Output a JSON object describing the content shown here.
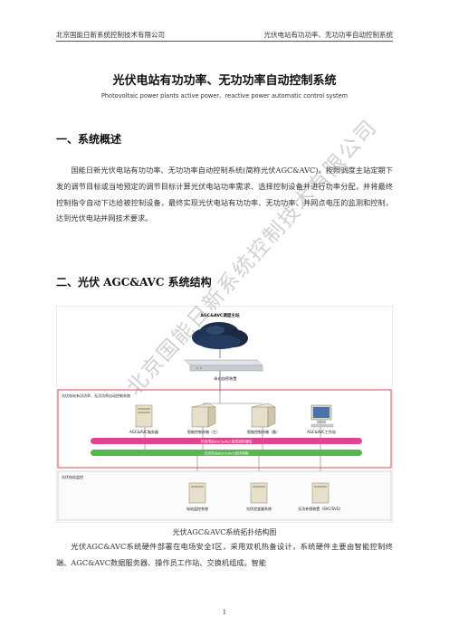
{
  "header": {
    "left": "北京国能日新系统控制技术有限公司",
    "right": "光伏电站有功功率、无功功率自动控制系统"
  },
  "title": "光伏电站有功功率、无功功率自动控制系统",
  "subtitle": "Photovoltaic power plants active power、reactive power automatic control system",
  "section1": {
    "heading": "一、系统概述",
    "paragraph": "国能日新光伏电站有功功率、无功功率自动控制系统(简称光伏AGC&AVC)，按照调度主站定期下发的调节目标或当地预定的调节目标计算光伏电站功率需求、选择控制设备并进行功率分配，并将最终控制指令自动下达给被控制设备，最终实现光伏电站有功功率、无功功率、并网点电压的监测和控制，达到光伏电站并网技术要求。"
  },
  "section2": {
    "heading": "二、光伏 AGC&AVC 系统结构",
    "diagram": {
      "cloud_label": "AGC&AVC调度主站",
      "device_label": "纵向加密装置",
      "zone1_label": "光伏电站有功功率、无功功率自动控制系统",
      "zone2_label": "光伏电站监控",
      "server1": "AGC&AVC服务器",
      "server2": "智能控制终端（主）",
      "server3": "智能控制终端（备）",
      "workstation": "AGC&AVC工作站",
      "bus1": "光伏电站AGC&AVC系统双网通信",
      "bus2": "光伏电站AGC&AVC双环网络",
      "server4": "电站监控系统",
      "server5": "光伏逆变器系统",
      "server6": "无功补偿装置（SVC/SVG）"
    },
    "caption": "光伏AGC&AVC系统拓扑结构图",
    "paragraph": "光伏AGC&AVC系统硬件部署在电场安全I区，采用双机热备设计，系统硬件主要由智能控制终端、AGC&AVC数据服务器、操作员工作站、交换机组成。智能"
  },
  "watermark": "北京国能日新系统控制技术有限公司",
  "page_number": "1"
}
